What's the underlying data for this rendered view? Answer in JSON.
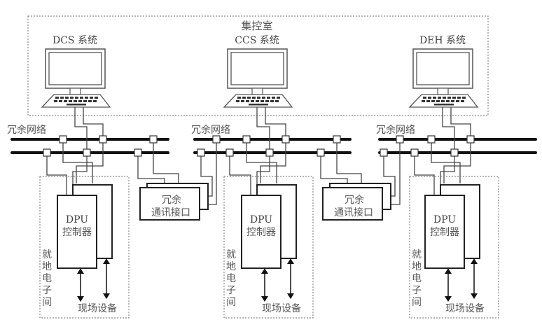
{
  "control_room": {
    "title": "集控室",
    "systems": [
      {
        "id": "dcs",
        "label": "DCS 系统"
      },
      {
        "id": "ccs",
        "label": "CCS 系统"
      },
      {
        "id": "deh",
        "label": "DEH 系统"
      }
    ]
  },
  "networks": [
    {
      "label": "冗余网络"
    },
    {
      "label": "冗余网络"
    },
    {
      "label": "冗余网络"
    }
  ],
  "interfaces": [
    {
      "line1": "冗余",
      "line2": "通讯接口"
    },
    {
      "line1": "冗余",
      "line2": "通讯接口"
    }
  ],
  "local_rooms": [
    {
      "controller_line1": "DPU",
      "controller_line2": "控制器",
      "room_label": [
        "就",
        "地",
        "电",
        "子",
        "间"
      ],
      "field_label": "现场设备"
    },
    {
      "controller_line1": "DPU",
      "controller_line2": "控制器",
      "room_label": [
        "就",
        "地",
        "电",
        "子",
        "间"
      ],
      "field_label": "现场设备"
    },
    {
      "controller_line1": "DPU",
      "controller_line2": "控制器",
      "room_label": [
        "就",
        "地",
        "电",
        "子",
        "间"
      ],
      "field_label": "现场设备"
    }
  ]
}
